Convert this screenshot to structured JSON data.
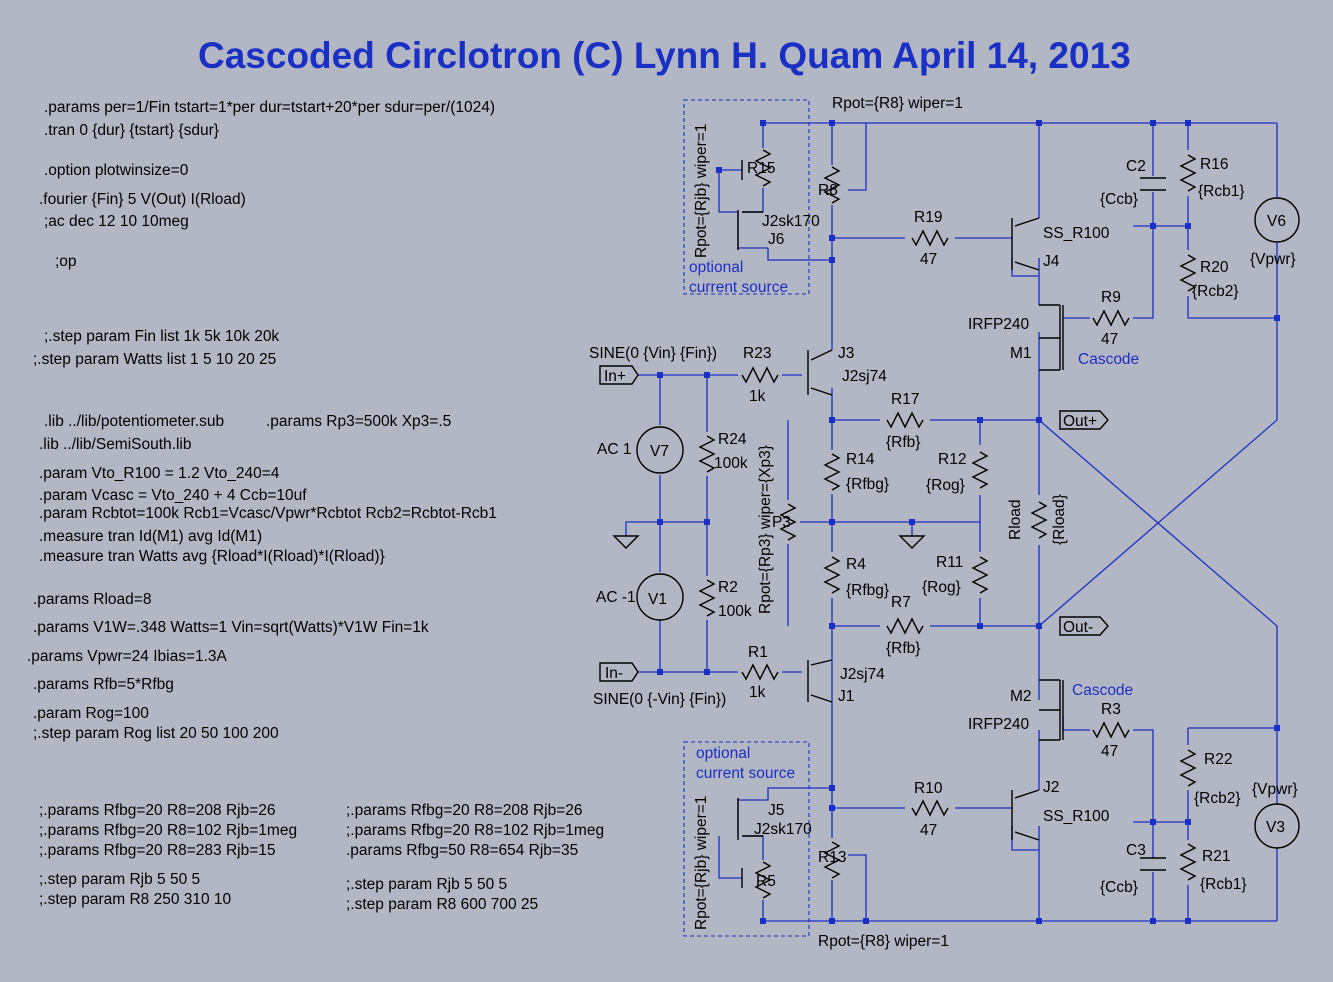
{
  "title": "Cascoded Circlotron  (C)  Lynn H. Quam  April 14, 2013",
  "directives": [
    ".params per=1/Fin tstart=1*per dur=tstart+20*per sdur=per/(1024)",
    ".tran 0 {dur} {tstart} {sdur}",
    ".option plotwinsize=0",
    ".fourier {Fin} 5 V(Out) I(Rload)",
    ";ac dec 12 10 10meg",
    ";op",
    ";.step param Fin list 1k 5k 10k 20k",
    ";.step param Watts list 1 5 10 20 25",
    ".lib ../lib/potentiometer.sub",
    ".params Rp3=500k Xp3=.5",
    ".lib ../lib/SemiSouth.lib",
    ".param Vto_R100 = 1.2 Vto_240=4",
    ".param Vcasc = Vto_240 + 4 Ccb=10uf",
    ".param Rcbtot=100k Rcb1=Vcasc/Vpwr*Rcbtot Rcb2=Rcbtot-Rcb1",
    ".measure tran Id(M1) avg Id(M1)",
    ".measure tran Watts avg {Rload*I(Rload)*I(Rload)}",
    ".params Rload=8",
    ".params V1W=.348 Watts=1 Vin=sqrt(Watts)*V1W Fin=1k",
    ".params Vpwr=24  Ibias=1.3A",
    ".params Rfb=5*Rfbg",
    ".param Rog=100",
    ";.step param Rog list 20 50 100 200",
    ";.params Rfbg=20 R8=208 Rjb=26",
    ";.params Rfbg=20 R8=102 Rjb=1meg",
    ";.params Rfbg=20 R8=283 Rjb=15",
    ";.step param Rjb 5 50 5",
    ";.step param R8 250 310 10",
    ";.params Rfbg=20 R8=208 Rjb=26",
    ";.params Rfbg=20 R8=102 Rjb=1meg",
    ".params Rfbg=50 R8=654 Rjb=35",
    ";.step param Rjb 5 50 5",
    ";.step param R8 600 700 25"
  ],
  "labels": {
    "rpot_r8_top": "Rpot={R8} wiper=1",
    "rpot_rjb_top": "Rpot={Rjb} wiper=1",
    "r15": "R15",
    "r8": "R8",
    "j6_type": "J2sk170",
    "j6": "J6",
    "optional_top_1": "optional",
    "optional_top_2": "current source",
    "r19": "R19",
    "r19_val": "47",
    "j4_type": "SS_R100",
    "j4": "J4",
    "c2": "C2",
    "c2_val": "{Ccb}",
    "r16": "R16",
    "r16_val": "{Rcb1}",
    "v6": "V6",
    "v6_val": "{Vpwr}",
    "r20": "R20",
    "r20_val": "{Rcb2}",
    "r9": "R9",
    "r9_val": "47",
    "m1_type": "IRFP240",
    "m1": "M1",
    "cascode_top": "Cascode",
    "sine_top": "SINE(0 {Vin} {Fin})",
    "inp": "In+",
    "r23": "R23",
    "r23_val": "1k",
    "j3": "J3",
    "j3_type": "J2sj74",
    "r17": "R17",
    "r17_val": "{Rfb}",
    "outp": "Out+",
    "ac1": "AC 1",
    "v7": "V7",
    "r24": "R24",
    "r24_val": "100k",
    "rpot_rp3": "Rpot={Rp3} wiper={Xp3}",
    "p3": "P3",
    "r14": "R14",
    "r14_val": "{Rfbg}",
    "r12": "R12",
    "r12_val": "{Rog}",
    "rload": "Rload",
    "rload_val": "{Rload}",
    "r4": "R4",
    "r4_val": "{Rfbg}",
    "r11": "R11",
    "r11_val": "{Rog}",
    "r7": "R7",
    "r7_val": "{Rfb}",
    "outm": "Out-",
    "acm1": "AC -1",
    "v1": "V1",
    "r2": "R2",
    "r2_val": "100k",
    "inm": "In-",
    "r1": "R1",
    "r1_val": "1k",
    "j1_type": "J2sj74",
    "j1": "J1",
    "sine_bot": "SINE(0 {-Vin} {Fin})",
    "m2": "M2",
    "m2_type": "IRFP240",
    "cascode_bot": "Cascode",
    "r3": "R3",
    "r3_val": "47",
    "optional_bot_1": "optional",
    "optional_bot_2": "current source",
    "j5": "J5",
    "j5_type": "J2sk170",
    "r10": "R10",
    "r10_val": "47",
    "j2": "J2",
    "j2_type": "SS_R100",
    "r22": "R22",
    "r22_val": "{Rcb2}",
    "v3_val": "{Vpwr}",
    "v3": "V3",
    "r13": "R13",
    "r5": "R5",
    "rpot_rjb_bot": "Rpot={Rjb} wiper=1",
    "c3": "C3",
    "c3_val": "{Ccb}",
    "r21": "R21",
    "r21_val": "{Rcb1}",
    "rpot_r8_bot": "Rpot={R8} wiper=1"
  },
  "colors": {
    "background": "#b3b7c3",
    "wire": "#1a2fc4",
    "title": "#1a2fc4",
    "text": "#000000"
  }
}
